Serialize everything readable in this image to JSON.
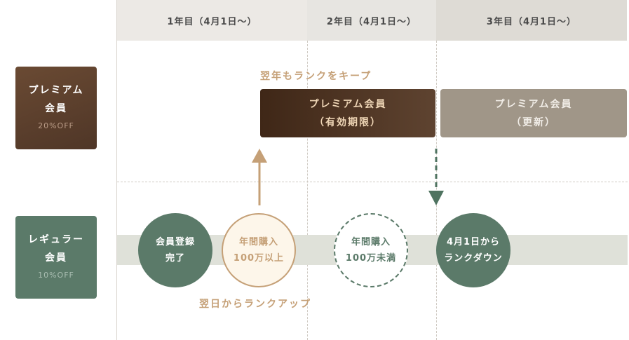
{
  "columns": [
    "1年目（4月1日〜）",
    "2年目（4月1日〜）",
    "3年目（4月1日〜）"
  ],
  "tiers": {
    "premium": {
      "name_line1": "プレミアム",
      "name_line2": "会員",
      "discount": "20%OFF"
    },
    "regular": {
      "name_line1": "レギュラー",
      "name_line2": "会員",
      "discount": "10%OFF"
    }
  },
  "bars": {
    "premium_active": {
      "line1": "プレミアム会員",
      "line2": "（有効期限）"
    },
    "premium_renewal": {
      "line1": "プレミアム会員",
      "line2": "（更新）"
    }
  },
  "labels": {
    "keep_rank": "翌年もランクをキープ",
    "rank_up": "翌日からランクアップ"
  },
  "steps": {
    "register": {
      "line1": "会員登録",
      "line2": "完了"
    },
    "purchase_over": {
      "line1": "年間購入",
      "line2": "100万以上"
    },
    "purchase_under": {
      "line1": "年間購入",
      "line2": "100万未満"
    },
    "rank_down": {
      "line1": "4月1日から",
      "line2": "ランクダウン"
    }
  },
  "colors": {
    "premium_brown": "#4f3627",
    "regular_green": "#5b7a69",
    "gold": "#c5a077",
    "renewal_gray": "#a09688"
  }
}
